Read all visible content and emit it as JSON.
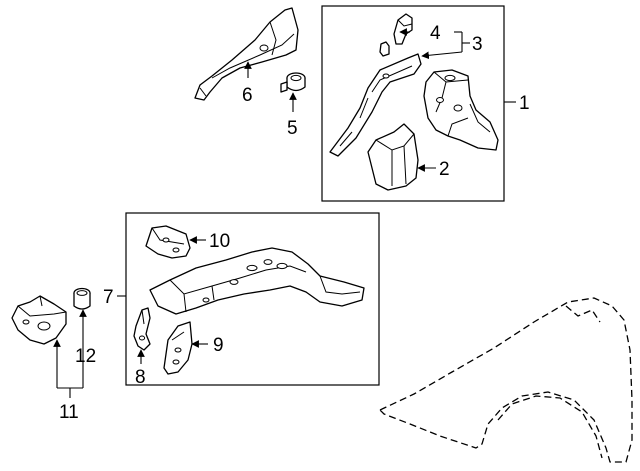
{
  "diagram": {
    "callouts": [
      {
        "id": "c1",
        "text": "1"
      },
      {
        "id": "c2",
        "text": "2"
      },
      {
        "id": "c3",
        "text": "3"
      },
      {
        "id": "c4",
        "text": "4"
      },
      {
        "id": "c5",
        "text": "5"
      },
      {
        "id": "c6",
        "text": "6"
      },
      {
        "id": "c7",
        "text": "7"
      },
      {
        "id": "c8",
        "text": "8"
      },
      {
        "id": "c9",
        "text": "9"
      },
      {
        "id": "c10",
        "text": "10"
      },
      {
        "id": "c11",
        "text": "11"
      },
      {
        "id": "c12",
        "text": "12"
      }
    ]
  }
}
